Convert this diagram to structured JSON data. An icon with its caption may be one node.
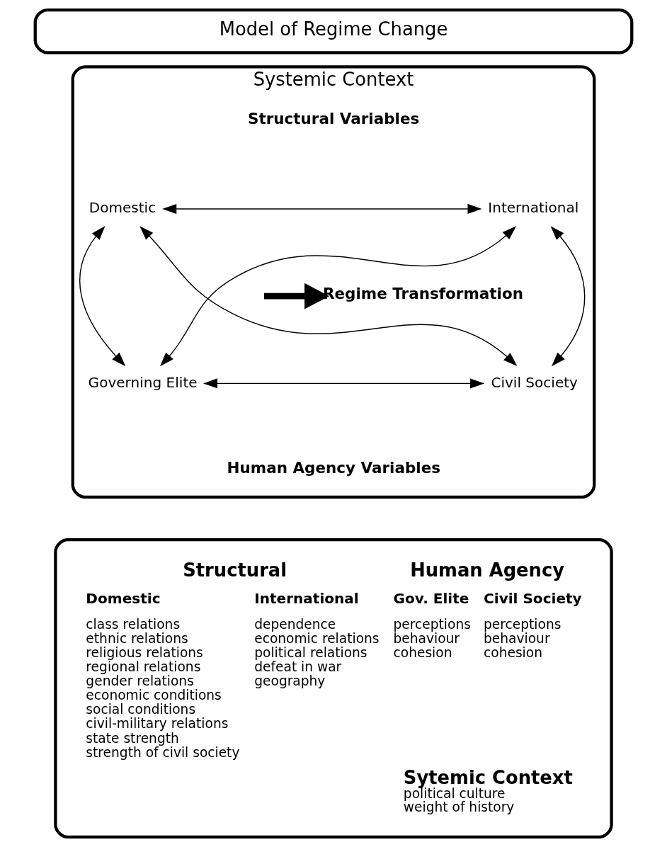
{
  "diagram": {
    "nodes": [
      {
        "text": [
          "Model of Regime Change"
        ]
      },
      {
        "text": [
          "Systemic Context"
        ]
      },
      {
        "text": [
          "Domestic"
        ],
        "in": 1
      },
      {
        "text": [
          "International"
        ],
        "in": 1
      },
      {
        "text": [
          "Governing Elite"
        ],
        "in": 1
      },
      {
        "text": [
          "Civil Society"
        ],
        "in": 1
      },
      {
        "text": [
          "Regime Transformation"
        ],
        "in": 1
      },
      {
        "text": [
          "Structural",
          "Human Agency",
          "Domestic",
          "International",
          "Gov. Elite",
          "Civil Society",
          "class relations",
          "ethnic relations",
          "religious relations",
          "regional relations",
          "gender relations",
          "economic conditions",
          "social conditions",
          "civil-military relations",
          "state strength",
          "strength of civil society",
          "dependence",
          "economic relations",
          "political relations",
          "defeat in war",
          "geography",
          "perceptions",
          "behaviour",
          "cohesion",
          "perceptions",
          "behaviour",
          "cohesion",
          "Sytemic Context",
          "political culture",
          "weight of history"
        ]
      }
    ],
    "edges": [
      {
        "from": 2,
        "to": 3,
        "arrow": "both"
      },
      {
        "from": 2,
        "to": 4,
        "arrow": "both"
      },
      {
        "from": 3,
        "to": 5,
        "arrow": "both"
      },
      {
        "from": 2,
        "to": 5,
        "arrow": "both"
      },
      {
        "from": 3,
        "to": 4,
        "arrow": "both"
      },
      {
        "from": 4,
        "to": 5,
        "arrow": "both"
      },
      {
        "from": null,
        "to": 6,
        "arrow": "to",
        "style": "thick"
      }
    ],
    "labels": [
      "Structural Variables",
      "Human Agency Variables"
    ]
  }
}
